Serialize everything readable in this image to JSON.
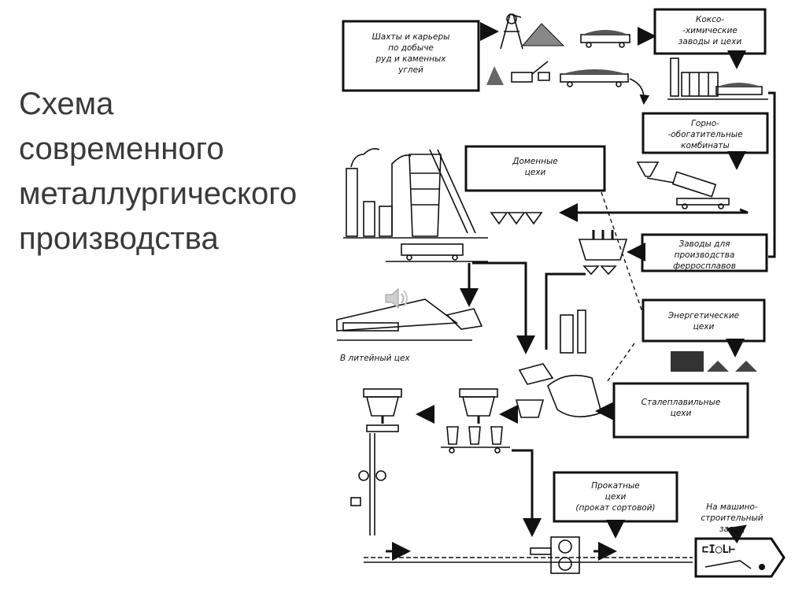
{
  "slide": {
    "title_lines": [
      "Схема",
      "современного",
      "металлургического",
      "производства"
    ]
  },
  "diagram": {
    "boxes": {
      "mines": [
        "Шахты и карьеры",
        "по добыче",
        "руд и каменных",
        "углей"
      ],
      "coke": [
        "Коксо-",
        "-химические",
        "заводы и цехи"
      ],
      "ore": [
        "Горно-",
        "-обогатительные",
        "комбинаты"
      ],
      "blast": [
        "Доменные",
        "цехи"
      ],
      "ferro": [
        "Заводы для",
        "производства",
        "ферросплавов"
      ],
      "energy": [
        "Энергетические",
        "цехи"
      ],
      "steel": [
        "Сталеплавильные",
        "цехи"
      ],
      "rolling": [
        "Прокатные",
        "цехи",
        "(прокат сортовой)"
      ]
    },
    "labels": {
      "foundry": "В литейный цех",
      "machine": [
        "На машино-",
        "строительный",
        "завод"
      ]
    },
    "colors": {
      "line": "#111111",
      "background": "#ffffff",
      "title": "#3a3a3a"
    },
    "icons": {
      "speaker": "speaker-icon"
    }
  }
}
